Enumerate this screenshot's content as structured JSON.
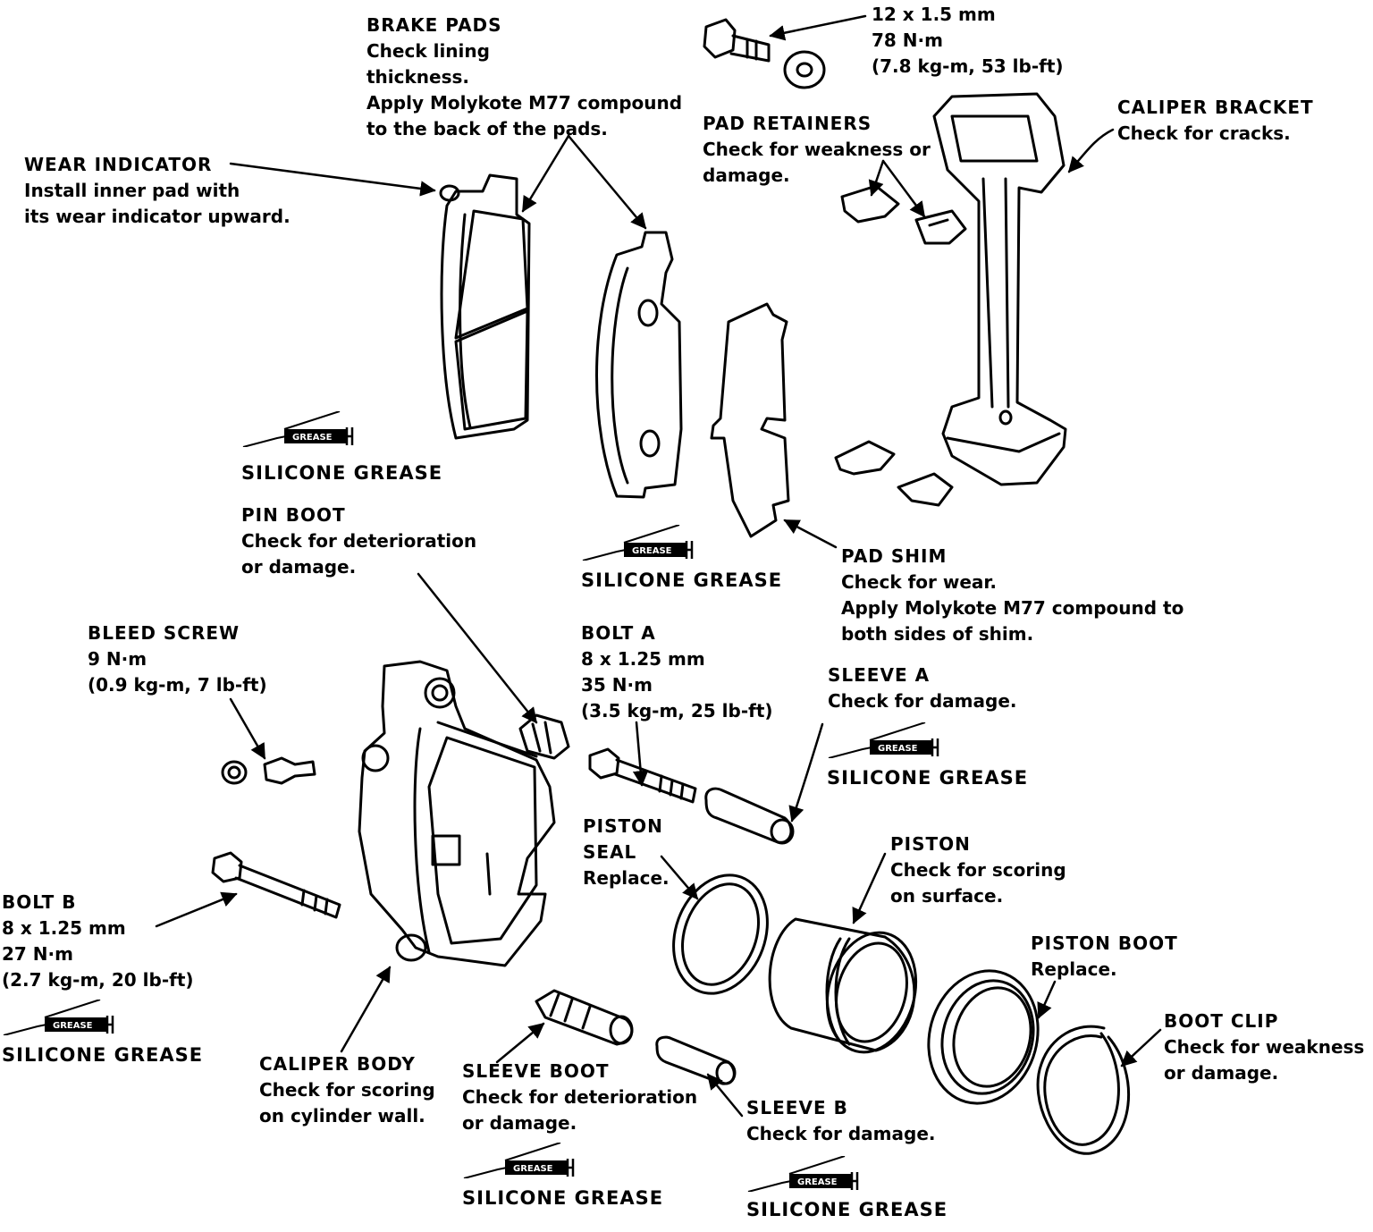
{
  "labels": {
    "brake_pads": {
      "title": "BRAKE PADS",
      "lines": [
        "Check lining",
        "thickness.",
        "Apply Molykote M77 compound",
        "to the back of the pads."
      ]
    },
    "bolt_spec": {
      "lines": [
        "12 x 1.5 mm",
        "78 N·m",
        "(7.8 kg-m, 53 lb-ft)"
      ]
    },
    "pad_retainers": {
      "title": "PAD RETAINERS",
      "lines": [
        "Check for weakness or",
        "damage."
      ]
    },
    "caliper_bracket": {
      "title": "CALIPER BRACKET",
      "lines": [
        "Check for cracks."
      ]
    },
    "wear_indicator": {
      "title": "WEAR INDICATOR",
      "lines": [
        "Install inner pad with",
        "its wear indicator upward."
      ]
    },
    "pin_boot": {
      "title": "PIN BOOT",
      "lines": [
        "Check for deterioration",
        "or damage."
      ]
    },
    "pad_shim": {
      "title": "PAD SHIM",
      "lines": [
        "Check for wear.",
        "Apply Molykote M77 compound to",
        "both sides of shim."
      ]
    },
    "bleed_screw": {
      "title": "BLEED SCREW",
      "lines": [
        "9 N·m",
        "(0.9 kg-m, 7 lb-ft)"
      ]
    },
    "bolt_a": {
      "title": "BOLT A",
      "lines": [
        "8 x 1.25 mm",
        "35 N·m",
        "(3.5 kg-m, 25 lb-ft)"
      ]
    },
    "sleeve_a": {
      "title": "SLEEVE A",
      "lines": [
        "Check for damage."
      ]
    },
    "piston_seal": {
      "title": "PISTON",
      "lines": [
        "SEAL",
        "Replace."
      ]
    },
    "piston": {
      "title": "PISTON",
      "lines": [
        "Check for scoring",
        "on surface."
      ]
    },
    "bolt_b": {
      "title": "BOLT B",
      "lines": [
        "8 x 1.25 mm",
        "27 N·m",
        "(2.7 kg-m, 20 lb-ft)"
      ]
    },
    "piston_boot": {
      "title": "PISTON BOOT",
      "lines": [
        "Replace."
      ]
    },
    "boot_clip": {
      "title": "BOOT CLIP",
      "lines": [
        "Check for weakness",
        "or damage."
      ]
    },
    "caliper_body": {
      "title": "CALIPER BODY",
      "lines": [
        "Check for scoring",
        "on cylinder wall."
      ]
    },
    "sleeve_boot": {
      "title": "SLEEVE BOOT",
      "lines": [
        "Check for deterioration",
        "or damage."
      ]
    },
    "sleeve_b": {
      "title": "SLEEVE B",
      "lines": [
        "Check for damage."
      ]
    }
  },
  "grease": {
    "tube_text": "GREASE",
    "label": "SILICONE GREASE",
    "instances": [
      "pads",
      "pad-shim",
      "sleeve-a",
      "bolt-b",
      "sleeve-boot",
      "sleeve-b"
    ]
  }
}
